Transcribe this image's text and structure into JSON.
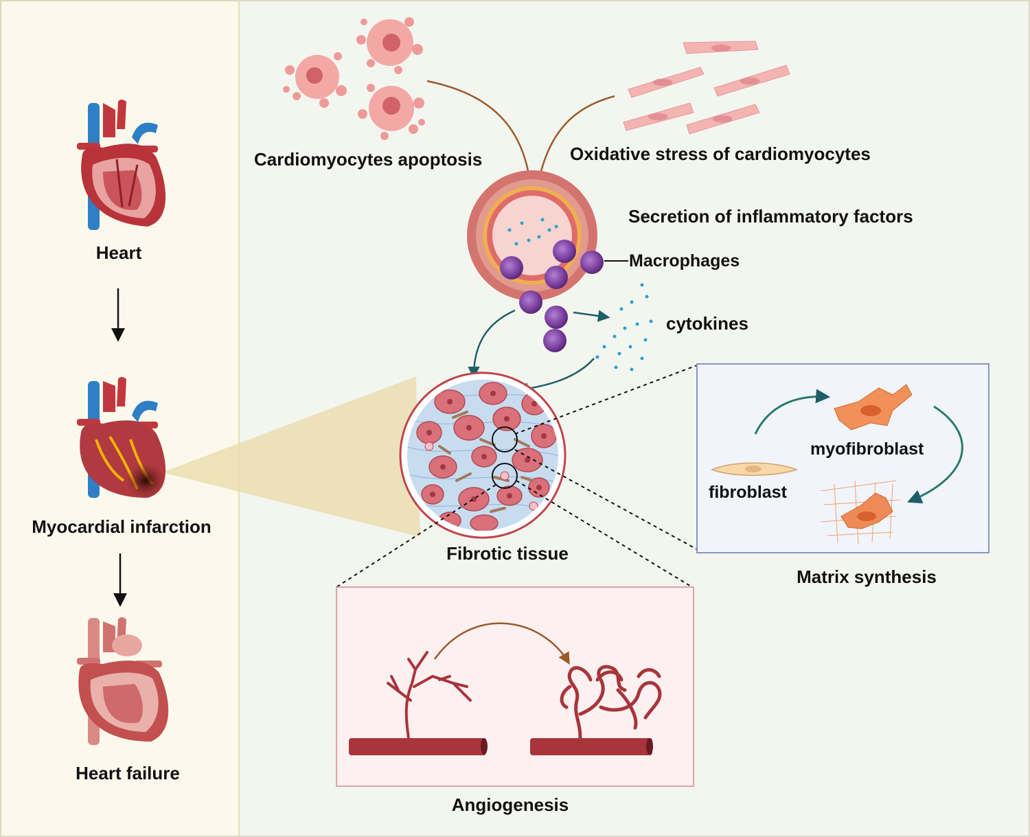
{
  "left_panel": {
    "heart": "Heart",
    "myocardial_infarction": "Myocardial infarction",
    "heart_failure": "Heart failure"
  },
  "top": {
    "apoptosis": "Cardiomyocytes apoptosis",
    "oxidative": "Oxidative stress of cardiomyocytes"
  },
  "vessel": {
    "secretion": "Secretion of inflammatory factors",
    "macrophages": "Macrophages",
    "cytokines": "cytokines"
  },
  "fibrotic": {
    "label": "Fibrotic tissue"
  },
  "matrix": {
    "myofibroblast": "myofibroblast",
    "fibroblast": "fibroblast",
    "title": "Matrix synthesis"
  },
  "angiogenesis": {
    "title": "Angiogenesis"
  },
  "colors": {
    "left_bg": "#fcf9ec",
    "right_bg": "#f3f6ef",
    "heart_red": "#b8343a",
    "vein_blue": "#2f7fc4",
    "macrophage": "#7b3fa0",
    "cytokine": "#29a3c9",
    "cell_pink": "#d9707a",
    "fibro": "#e8874f",
    "arrow_teal": "#1c5f68",
    "arrow_brown": "#9a5a2a"
  },
  "icons": [
    "heart-icon",
    "infarcted-heart-icon",
    "failing-heart-icon",
    "macrophage-icon",
    "fibroblast-icon",
    "myofibroblast-icon",
    "blood-vessel-icon"
  ]
}
